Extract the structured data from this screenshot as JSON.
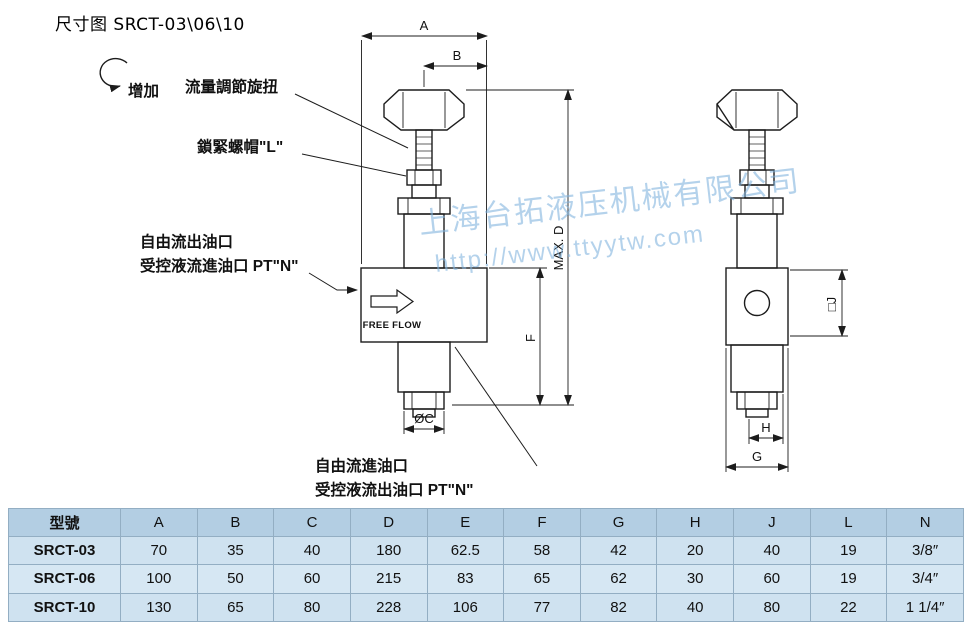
{
  "title": "尺寸图 SRCT-03\\06\\10",
  "callouts": {
    "increase": "增加",
    "flow_knob": "流量調節旋扭",
    "lock_nut": "鎖緊螺帽\"L\"",
    "free_flow_out_port": "自由流出油口",
    "controlled_flow_in_port": "受控液流進油口 PT\"N\"",
    "free_flow_arrow": "FREE FLOW",
    "free_flow_in_port": "自由流進油口",
    "controlled_flow_out_port": "受控液流出油口 PT\"N\""
  },
  "dimension_labels": {
    "a": "A",
    "b": "B",
    "max_d": "MAX. D",
    "f": "F",
    "phi_c": "ØC",
    "square_j": "□J",
    "h": "H",
    "g": "G"
  },
  "watermark": {
    "company": "上海台拓液压机械有限公司",
    "url": "http://www.ttyytw.com",
    "color": "#7fb2de"
  },
  "table": {
    "headers": [
      "型號",
      "A",
      "B",
      "C",
      "D",
      "E",
      "F",
      "G",
      "H",
      "J",
      "L",
      "N"
    ],
    "rows": [
      {
        "model": "SRCT-03",
        "values": [
          "70",
          "35",
          "40",
          "180",
          "62.5",
          "58",
          "42",
          "20",
          "40",
          "19",
          "3/8″"
        ]
      },
      {
        "model": "SRCT-06",
        "values": [
          "100",
          "50",
          "60",
          "215",
          "83",
          "65",
          "62",
          "30",
          "60",
          "19",
          "3/4″"
        ]
      },
      {
        "model": "SRCT-10",
        "values": [
          "130",
          "65",
          "80",
          "228",
          "106",
          "77",
          "82",
          "40",
          "80",
          "22",
          "1 1/4″"
        ]
      }
    ]
  },
  "colors": {
    "line": "#1c1c1c",
    "table_header_bg": "#b3cee3",
    "table_row_bg": "#cfe2f0",
    "table_border": "#93aec3"
  }
}
